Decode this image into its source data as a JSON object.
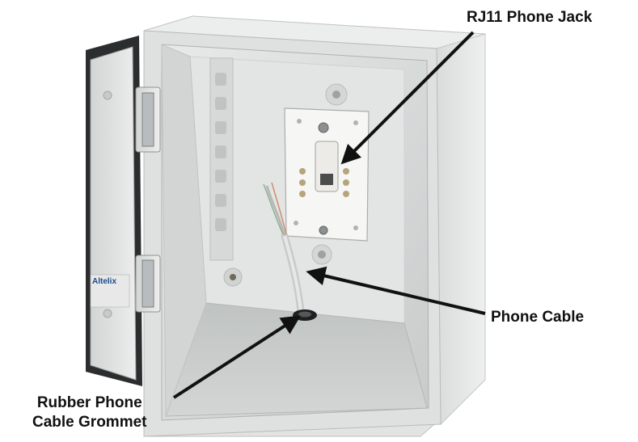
{
  "image": {
    "subject": "open gray enclosure box with RJ11 phone jack",
    "colors": {
      "background": "#ffffff",
      "enclosure": "#e4e6e5",
      "enclosure_shadow": "#c9cccb",
      "interior": "#d7dad9",
      "door_gasket": "#2b2d2e",
      "hinge": "#b9bcbe",
      "arrow": "#111111"
    }
  },
  "door_label": {
    "brand": "Altelix"
  },
  "callouts": {
    "jack": "RJ11 Phone Jack",
    "cable": "Phone Cable",
    "grommet_line1": "Rubber Phone",
    "grommet_line2": "Cable Grommet"
  }
}
